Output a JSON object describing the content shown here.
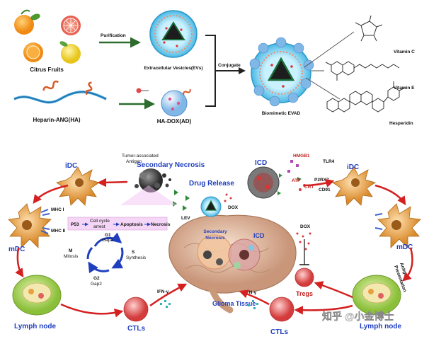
{
  "top": {
    "citrus": "Citrus Fruits",
    "purification": "Purification",
    "evs": "Extracellular Vesicles(EVs)",
    "conjugate": "Conjugate",
    "heparin": "Heparin-ANG(HA)",
    "hadox": "HA-DOX(AD)",
    "evad": "Biomimetic EVAD",
    "vitc": "Vitamin C",
    "vite": "Vitamin E",
    "hesp": "Hesperidin"
  },
  "bottom": {
    "idc_left": "iDC",
    "idc_right": "iDC",
    "tumor_antigen_1": "Tumor-associated",
    "tumor_antigen_2": "Antigen",
    "secondary_necrosis": "Secondary Necrosis",
    "drug_release": "Drug Release",
    "icd": "ICD",
    "hmgb1": "HMGB1",
    "tlr4": "TLR4",
    "atp": "ATP",
    "p2rx7": "P2RX7",
    "crt": "CRT",
    "cd91": "CD91",
    "mhc1": "MHC I",
    "mhc2": "MHC II",
    "mdc_left": "mDC",
    "mdc_right": "mDC",
    "p53": "P53",
    "arrest_1": "Cell cycle",
    "arrest_2": "arrest",
    "apoptosis": "Apoptosis",
    "necrosis": "Necrosis",
    "g1": "G1",
    "gap1": "Gap1",
    "m": "M",
    "mitosis": "Mitosis",
    "s": "S",
    "synthesis": "Synthesis",
    "g2": "G2",
    "gap2": "Gap2",
    "lev": "LEV",
    "dox_center": "DOX",
    "secondary_brain_1": "Secondary",
    "secondary_brain_2": "Necrosis",
    "icd_brain": "ICD",
    "dox_right": "DOX",
    "antigen_pres_1": "Antigen",
    "antigen_pres_2": "Presentation",
    "tregs": "Tregs",
    "ifn_left": "IFN-γ",
    "ifn_right": "IFN-γ",
    "lymph_left": "Lymph node",
    "lymph_right": "Lymph node",
    "ctls_left": "CTLs",
    "ctls_right": "CTLs",
    "glioma": "Glioma Tissue",
    "watermark": "知乎 @小金博士"
  },
  "colors": {
    "blue_label": "#1f3fbf",
    "red_arrow": "#d42020",
    "green_arrow": "#2e7d32",
    "ev_cyan": "#7fd8f0"
  }
}
